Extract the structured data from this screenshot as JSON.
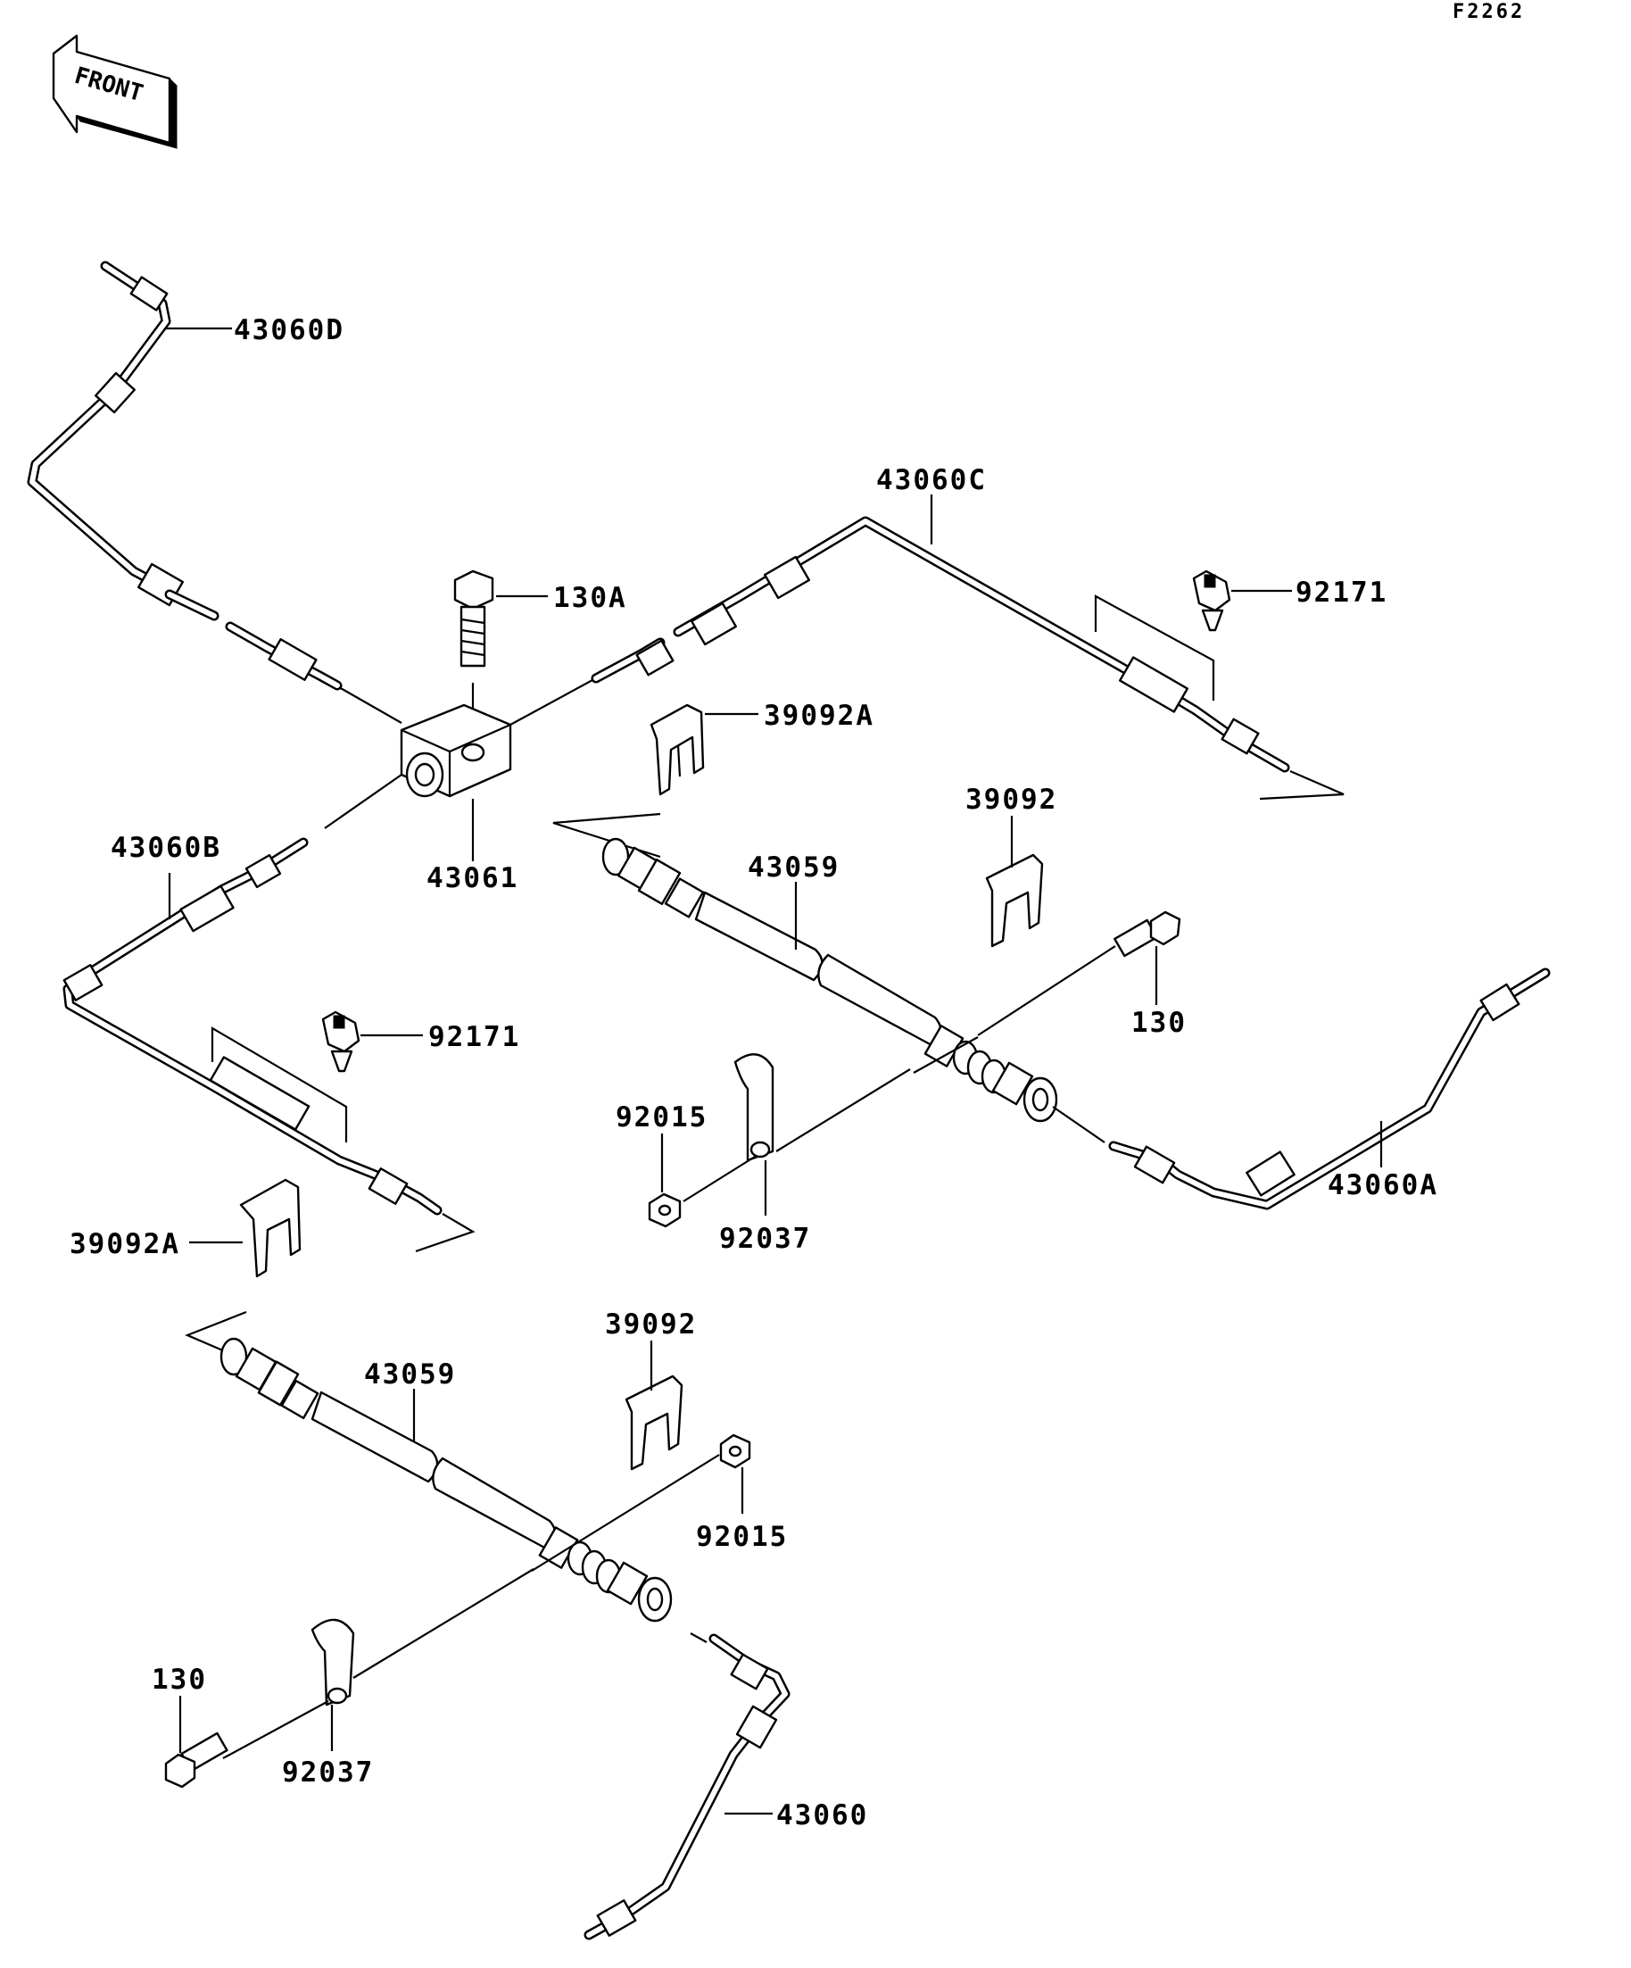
{
  "header": {
    "figure_code": "F2262",
    "direction_label": "FRONT"
  },
  "callouts": [
    {
      "id": "c-43060D",
      "text": "43060D"
    },
    {
      "id": "c-43060C",
      "text": "43060C"
    },
    {
      "id": "c-130A",
      "text": "130A"
    },
    {
      "id": "c-92171-top",
      "text": "92171"
    },
    {
      "id": "c-39092A-top",
      "text": "39092A"
    },
    {
      "id": "c-39092-top",
      "text": "39092"
    },
    {
      "id": "c-43059-top",
      "text": "43059"
    },
    {
      "id": "c-43061",
      "text": "43061"
    },
    {
      "id": "c-43060B",
      "text": "43060B"
    },
    {
      "id": "c-92171-left",
      "text": "92171"
    },
    {
      "id": "c-130-right",
      "text": "130"
    },
    {
      "id": "c-92015-top",
      "text": "92015"
    },
    {
      "id": "c-92037-top",
      "text": "92037"
    },
    {
      "id": "c-43060A",
      "text": "43060A"
    },
    {
      "id": "c-39092A-left",
      "text": "39092A"
    },
    {
      "id": "c-39092-bottom",
      "text": "39092"
    },
    {
      "id": "c-43059-bottom",
      "text": "43059"
    },
    {
      "id": "c-92015-bottom",
      "text": "92015"
    },
    {
      "id": "c-130-left",
      "text": "130"
    },
    {
      "id": "c-92037-bottom",
      "text": "92037"
    },
    {
      "id": "c-43060",
      "text": "43060"
    }
  ]
}
